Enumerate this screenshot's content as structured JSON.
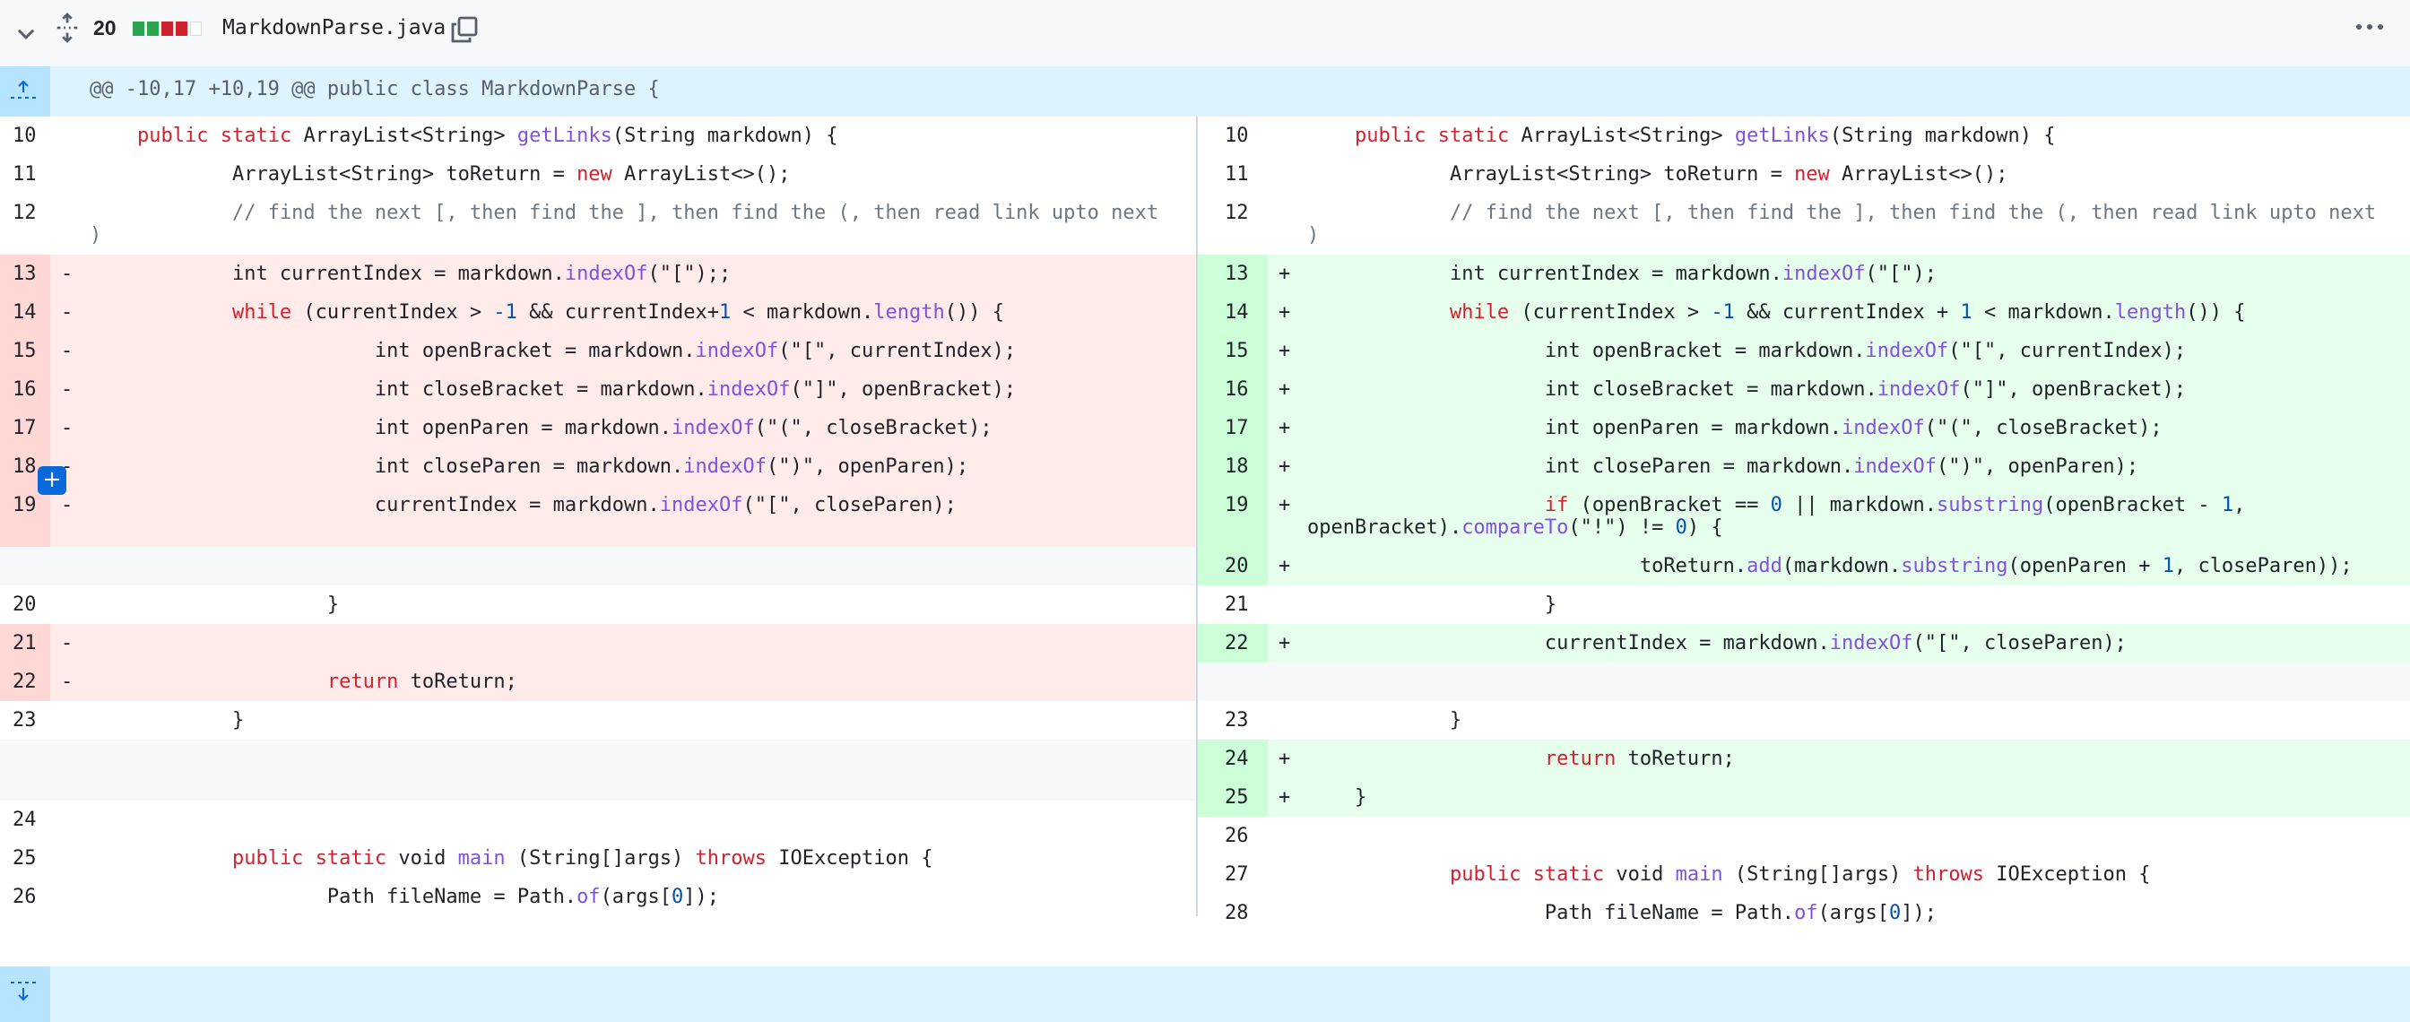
{
  "file": {
    "name": "MarkdownParse.java",
    "changes": "20",
    "diffstat": [
      "#2da44e",
      "#2da44e",
      "#cf222e",
      "#cf222e",
      "#ffffff"
    ]
  },
  "hunk": {
    "header": "@@ -10,17 +10,19 @@ public class MarkdownParse {"
  },
  "left_rows": [
    {
      "type": "ctx",
      "num": "10",
      "html": "    <span class=\"kw\">public</span> <span class=\"kw\">static</span> ArrayList&lt;String&gt; <span class=\"fn\">getLinks</span>(String markdown) {"
    },
    {
      "type": "ctx",
      "num": "11",
      "html": "            ArrayList&lt;String&gt; toReturn = <span class=\"kw\">new</span> ArrayList&lt;&gt;();"
    },
    {
      "type": "ctx",
      "num": "12",
      "html": "            <span class=\"cm\">// find the next [, then find the ], then find the (, then read link upto next</span>\n<span class=\"cm\">)</span>"
    },
    {
      "type": "del",
      "num": "13",
      "html": "            int currentIndex = markdown.<span class=\"fn\">indexOf</span>(\"[\");;"
    },
    {
      "type": "del",
      "num": "14",
      "html": "            <span class=\"kw\">while</span> (currentIndex &gt; <span class=\"nm\">-1</span> &amp;&amp; currentIndex+<span class=\"nm\">1</span> &lt; markdown.<span class=\"fn\">length</span>()) {"
    },
    {
      "type": "del",
      "num": "15",
      "html": "                        int openBracket = markdown.<span class=\"fn\">indexOf</span>(\"[\", currentIndex);"
    },
    {
      "type": "del",
      "num": "16",
      "html": "                        int closeBracket = markdown.<span class=\"fn\">indexOf</span>(\"]\", openBracket);"
    },
    {
      "type": "del",
      "num": "17",
      "html": "                        int openParen = markdown.<span class=\"fn\">indexOf</span>(\"(\", closeBracket);"
    },
    {
      "type": "del",
      "num": "18",
      "html": "                        int closeParen = markdown.<span class=\"fn\">indexOf</span>(\")\", openParen);"
    },
    {
      "type": "del2",
      "num": "19",
      "html": "                        currentIndex = markdown.<span class=\"fn\">indexOf</span>(\"[\", closeParen);\n "
    },
    {
      "type": "empty",
      "num": "",
      "html": " "
    },
    {
      "type": "ctx",
      "num": "20",
      "html": "                    }"
    },
    {
      "type": "del",
      "num": "21",
      "html": " "
    },
    {
      "type": "del",
      "num": "22",
      "html": "                    <span class=\"kw\">return</span> toReturn;"
    },
    {
      "type": "ctx",
      "num": "23",
      "html": "            }"
    },
    {
      "type": "empty2",
      "num": "",
      "html": " \n "
    },
    {
      "type": "ctx",
      "num": "24",
      "html": " "
    },
    {
      "type": "ctx",
      "num": "25",
      "html": "            <span class=\"kw\">public</span> <span class=\"kw\">static</span> void <span class=\"fn\">main</span> (String[]args) <span class=\"kw\">throws</span> IOException {"
    },
    {
      "type": "ctx",
      "num": "26",
      "html": "                    Path fileName = Path.<span class=\"fn\">of</span>(args[<span class=\"nm\">0</span>]);"
    }
  ],
  "right_rows": [
    {
      "type": "ctx",
      "num": "10",
      "html": "    <span class=\"kw\">public</span> <span class=\"kw\">static</span> ArrayList&lt;String&gt; <span class=\"fn\">getLinks</span>(String markdown) {"
    },
    {
      "type": "ctx",
      "num": "11",
      "html": "            ArrayList&lt;String&gt; toReturn = <span class=\"kw\">new</span> ArrayList&lt;&gt;();"
    },
    {
      "type": "ctx",
      "num": "12",
      "html": "            <span class=\"cm\">// find the next [, then find the ], then find the (, then read link upto next</span>\n<span class=\"cm\">)</span>"
    },
    {
      "type": "add",
      "num": "13",
      "html": "            int currentIndex = markdown.<span class=\"fn\">indexOf</span>(\"[\");"
    },
    {
      "type": "add",
      "num": "14",
      "html": "            <span class=\"kw\">while</span> (currentIndex &gt; <span class=\"nm\">-1</span> &amp;&amp; currentIndex + <span class=\"nm\">1</span> &lt; markdown.<span class=\"fn\">length</span>()) {"
    },
    {
      "type": "add",
      "num": "15",
      "html": "                    int openBracket = markdown.<span class=\"fn\">indexOf</span>(\"[\", currentIndex);"
    },
    {
      "type": "add",
      "num": "16",
      "html": "                    int closeBracket = markdown.<span class=\"fn\">indexOf</span>(\"]\", openBracket);"
    },
    {
      "type": "add",
      "num": "17",
      "html": "                    int openParen = markdown.<span class=\"fn\">indexOf</span>(\"(\", closeBracket);"
    },
    {
      "type": "add",
      "num": "18",
      "html": "                    int closeParen = markdown.<span class=\"fn\">indexOf</span>(\")\", openParen);"
    },
    {
      "type": "add",
      "num": "19",
      "html": "                    <span class=\"kw\">if</span> (openBracket == <span class=\"nm\">0</span> || markdown.<span class=\"fn\">substring</span>(openBracket - <span class=\"nm\">1</span>,\nopenBracket).<span class=\"fn\">compareTo</span>(\"!\") != <span class=\"nm\">0</span>) {"
    },
    {
      "type": "add",
      "num": "20",
      "html": "                            toReturn.<span class=\"fn\">add</span>(markdown.<span class=\"fn\">substring</span>(openParen + <span class=\"nm\">1</span>, closeParen));"
    },
    {
      "type": "ctx",
      "num": "21",
      "html": "                    }"
    },
    {
      "type": "add",
      "num": "22",
      "html": "                    currentIndex = markdown.<span class=\"fn\">indexOf</span>(\"[\", closeParen);"
    },
    {
      "type": "empty",
      "num": "",
      "html": " "
    },
    {
      "type": "ctx",
      "num": "23",
      "html": "            }"
    },
    {
      "type": "add",
      "num": "24",
      "html": "                    <span class=\"kw\">return</span> toReturn;"
    },
    {
      "type": "add",
      "num": "25",
      "html": "    }"
    },
    {
      "type": "ctx",
      "num": "26",
      "html": " "
    },
    {
      "type": "ctx",
      "num": "27",
      "html": "            <span class=\"kw\">public</span> <span class=\"kw\">static</span> void <span class=\"fn\">main</span> (String[]args) <span class=\"kw\">throws</span> IOException {"
    },
    {
      "type": "ctx",
      "num": "28",
      "html": "                    Path fileName = Path.<span class=\"fn\">of</span>(args[<span class=\"nm\">0</span>]);"
    }
  ]
}
